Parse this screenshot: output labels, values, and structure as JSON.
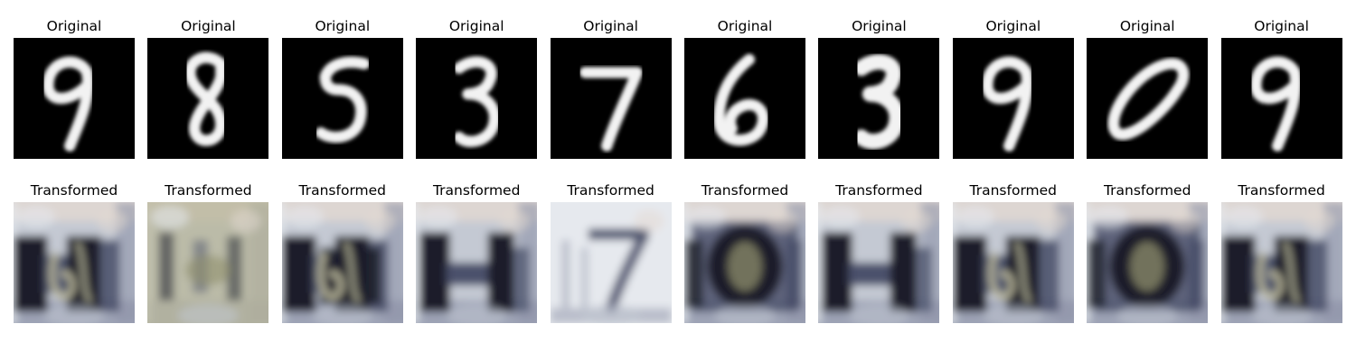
{
  "figure": {
    "row_titles": {
      "original": "Original",
      "transformed": "Transformed"
    },
    "colors": {
      "background": "#ffffff",
      "original_bg": "#000000",
      "digit_stroke": "#f2f2f2",
      "transformed_palette": [
        "#e6e9ee",
        "#c4c9d3",
        "#8d93a8",
        "#454b66",
        "#1c1f2a",
        "#8f8f6d",
        "#b8b69a",
        "#e4d9d2"
      ]
    },
    "columns": [
      {
        "digit": "9",
        "transformed_shape": "hi"
      },
      {
        "digit": "8",
        "transformed_shape": "blur"
      },
      {
        "digit": "5",
        "transformed_shape": "hi-dark"
      },
      {
        "digit": "3",
        "transformed_shape": "H"
      },
      {
        "digit": "7",
        "transformed_shape": "seven"
      },
      {
        "digit": "6",
        "transformed_shape": "zero-dark"
      },
      {
        "digit": "3",
        "transformed_shape": "H"
      },
      {
        "digit": "9",
        "transformed_shape": "hi"
      },
      {
        "digit": "0",
        "transformed_shape": "zero-dark"
      },
      {
        "digit": "9",
        "transformed_shape": "hi"
      }
    ]
  }
}
